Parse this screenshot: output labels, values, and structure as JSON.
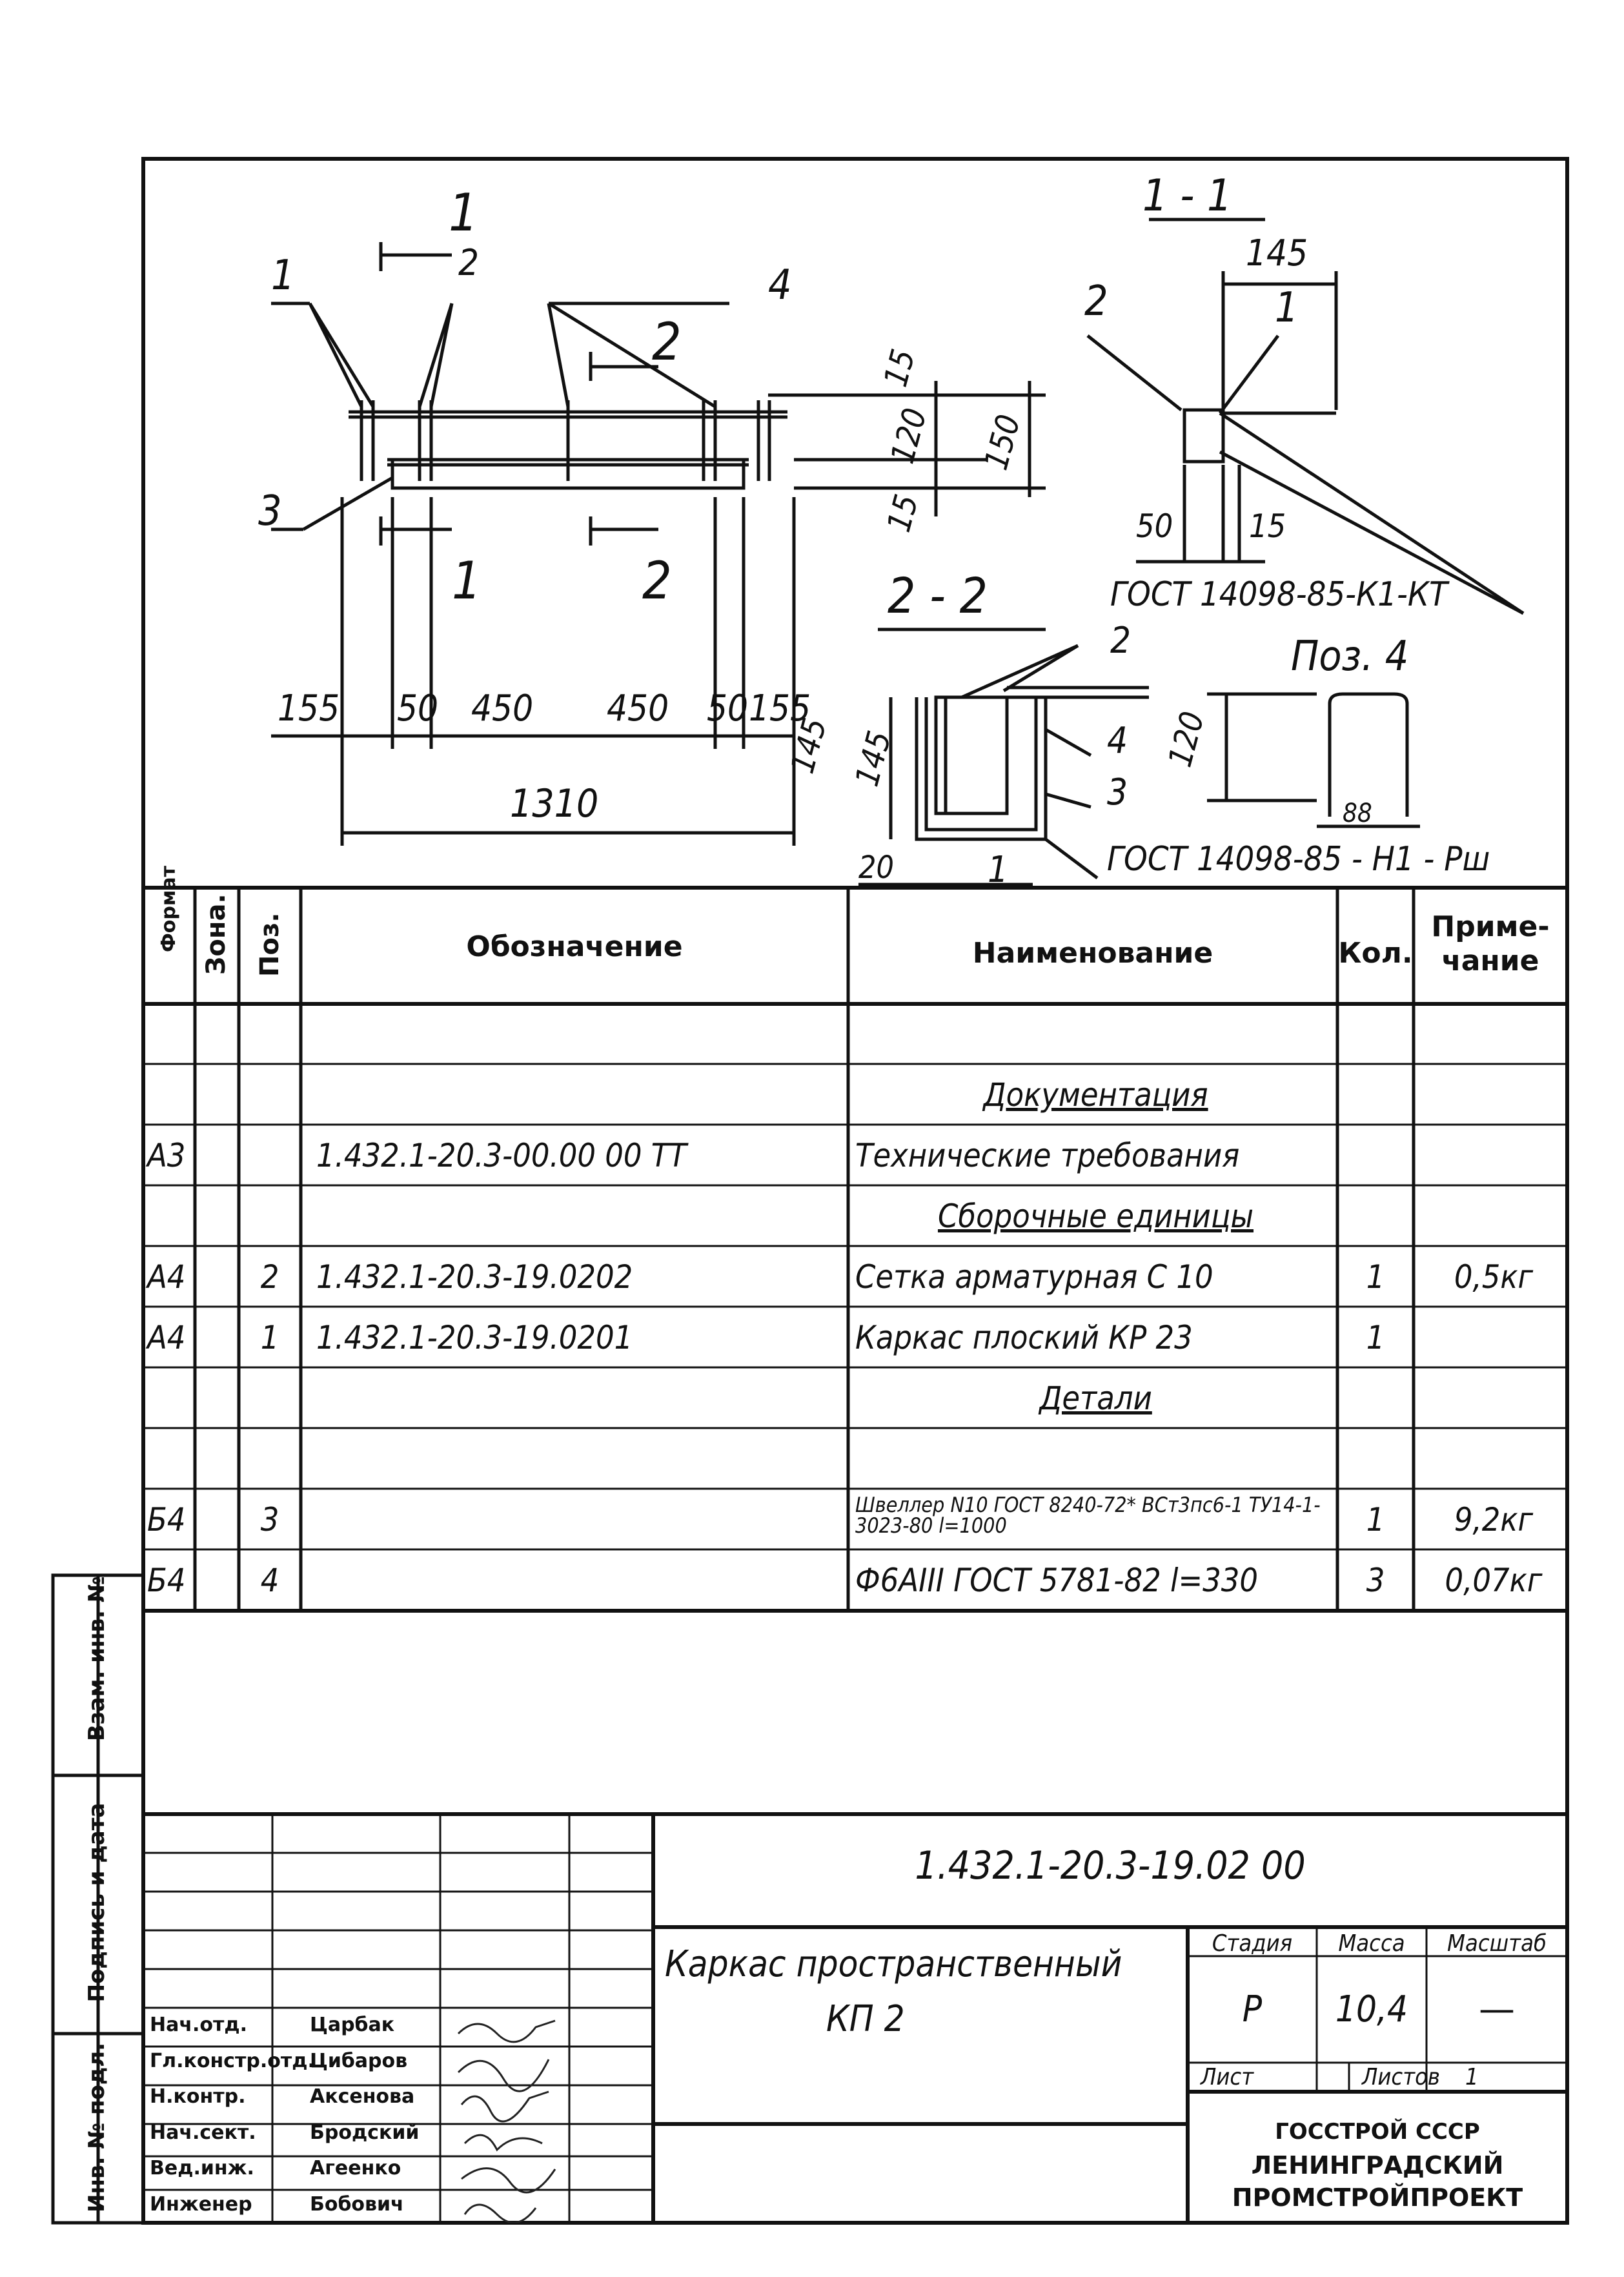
{
  "drawing": {
    "section_1_1": "1 - 1",
    "section_2_2": "2 - 2",
    "pos4_title": "Поз. 4",
    "labels": {
      "p1": "1",
      "p2": "2",
      "p3": "3",
      "p4": "4",
      "cut1": "1",
      "cut2": "2"
    },
    "dims": {
      "d155a": "155",
      "d50a": "50",
      "d450a": "450",
      "d450b": "450",
      "d50b": "50",
      "d155b": "155",
      "d1310": "1310",
      "d15a": "15",
      "d120": "120",
      "d150": "150",
      "d15b": "15",
      "d145": "145",
      "d50": "50",
      "d15": "15",
      "d145b": "145",
      "d20": "20",
      "d120b": "120",
      "d88": "88"
    },
    "gost1": "ГОСТ 14098-85-К1-КТ",
    "gost2": "ГОСТ 14098-85 - Н1 - Рш"
  },
  "spec": {
    "headers": {
      "format": "Формат",
      "zone": "Зона.",
      "pos": "Поз.",
      "designation": "Обозначение",
      "name": "Наименование",
      "qty": "Кол.",
      "note": "Приме-\nчание"
    },
    "rows": [
      {
        "format": "",
        "pos": "",
        "designation": "",
        "name": "",
        "qty": "",
        "note": ""
      },
      {
        "format": "",
        "pos": "",
        "designation": "",
        "name": "Документация",
        "qty": "",
        "note": ""
      },
      {
        "format": "А3",
        "pos": "",
        "designation": "1.432.1-20.3-00.00 00 ТТ",
        "name": "Технические требования",
        "qty": "",
        "note": ""
      },
      {
        "format": "",
        "pos": "",
        "designation": "",
        "name": "Сборочные единицы",
        "qty": "",
        "note": ""
      },
      {
        "format": "А4",
        "pos": "2",
        "designation": "1.432.1-20.3-19.0202",
        "name": "Сетка арматурная С 10",
        "qty": "1",
        "note": "0,5кг"
      },
      {
        "format": "А4",
        "pos": "1",
        "designation": "1.432.1-20.3-19.0201",
        "name": "Каркас плоский КР 23",
        "qty": "1",
        "note": ""
      },
      {
        "format": "",
        "pos": "",
        "designation": "",
        "name": "Детали",
        "qty": "",
        "note": ""
      },
      {
        "format": "",
        "pos": "",
        "designation": "",
        "name": "",
        "qty": "",
        "note": ""
      },
      {
        "format": "Б4",
        "pos": "3",
        "designation": "",
        "name": "Швеллер N10 ГОСТ 8240-72* ВСт3пс6-1 ТУ14-1-3023-80 l=1000",
        "qty": "1",
        "note": "9,2кг"
      },
      {
        "format": "Б4",
        "pos": "4",
        "designation": "",
        "name": "Ф6АIII ГОСТ 5781-82 l=330",
        "qty": "3",
        "note": "0,07кг"
      }
    ]
  },
  "side": {
    "inv_vzam": "Взам. инв. №",
    "sign_date": "Подпись и дата",
    "inv_podl": "Инв. № подл."
  },
  "title_block": {
    "doc_code": "1.432.1-20.3-19.02 00",
    "title_line1": "Каркас пространственный",
    "title_line2": "КП 2",
    "stage_label": "Стадия",
    "mass_label": "Масса",
    "scale_label": "Масштаб",
    "stage": "Р",
    "mass": "10,4",
    "scale": "—",
    "sheet_label": "Лист",
    "sheets_label": "Листов",
    "sheets": "1",
    "org1": "ГОССТРОЙ СССР",
    "org2": "ЛЕНИНГРАДСКИЙ",
    "org3": "ПРОМСТРОЙПРОЕКТ",
    "staff": [
      {
        "role": "Нач.отд.",
        "name": "Царбак"
      },
      {
        "role": "Гл.констр.отд.",
        "name": "Цибаров"
      },
      {
        "role": "Н.контр.",
        "name": "Аксенова"
      },
      {
        "role": "Нач.сект.",
        "name": "Бродский"
      },
      {
        "role": "Вед.инж.",
        "name": "Агеенко"
      },
      {
        "role": "Инженер",
        "name": "Бобович"
      }
    ]
  }
}
